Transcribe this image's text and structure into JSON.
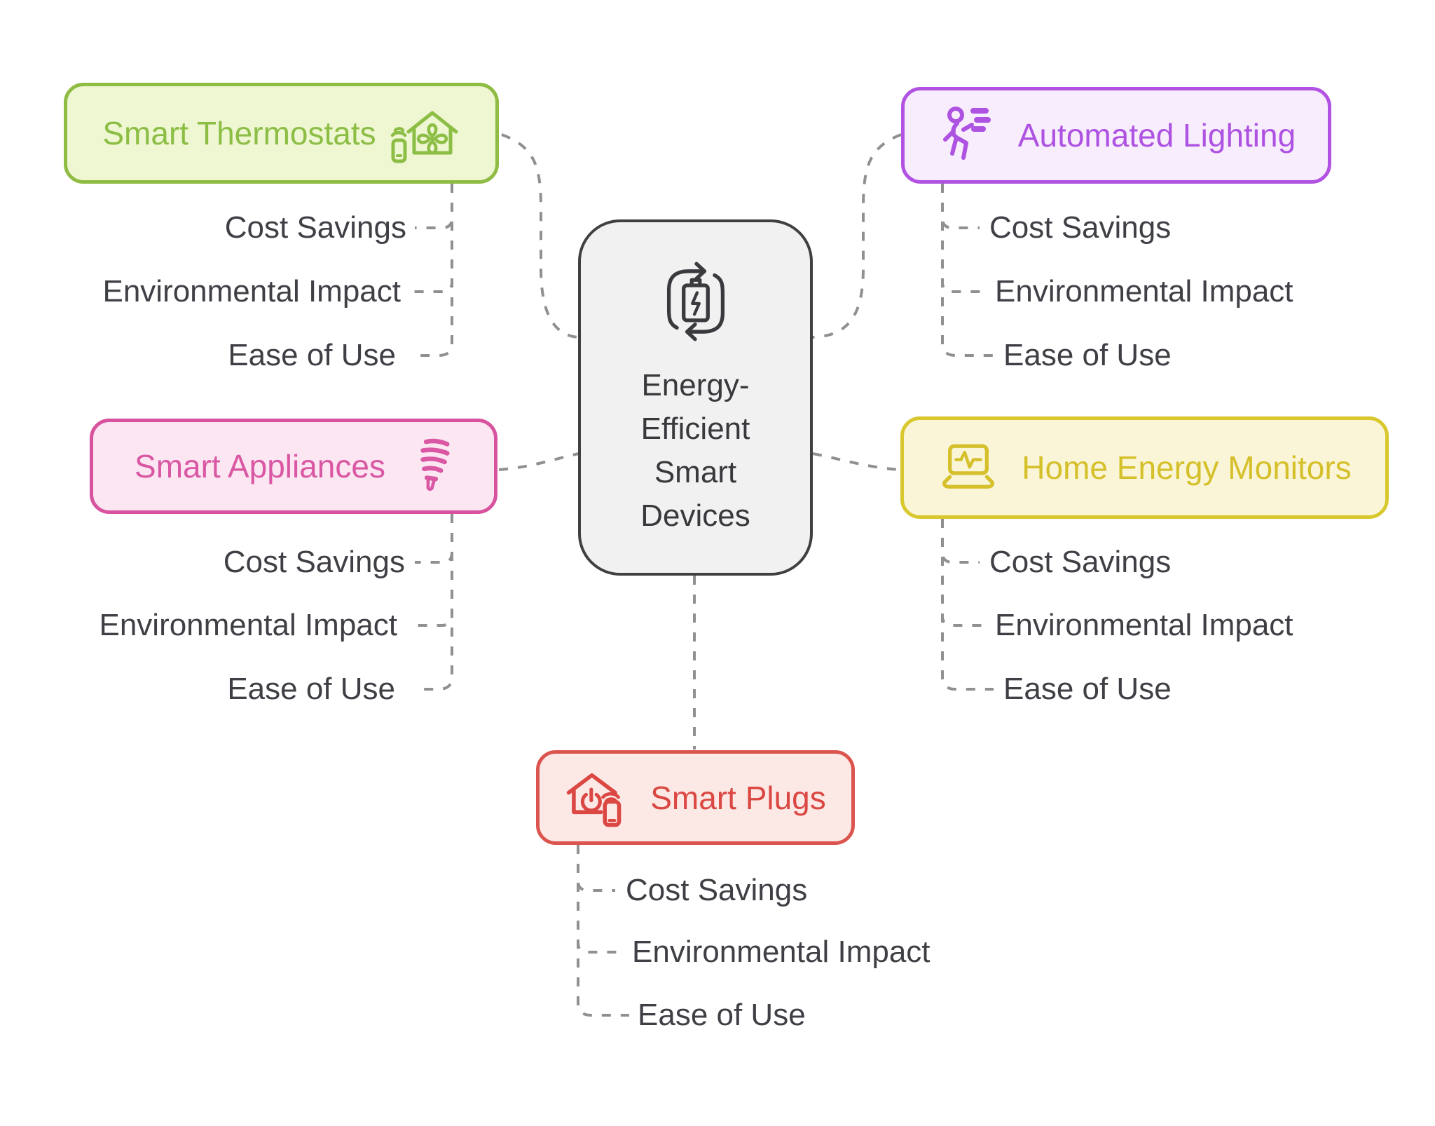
{
  "palette": {
    "background": "#FFFFFF",
    "connector": "#909090",
    "sub_label_text": "#3E4045"
  },
  "center_node": {
    "label": "Energy-Efficient Smart Devices",
    "lines": [
      "Energy-",
      "Efficient",
      "Smart",
      "Devices"
    ],
    "icon": "battery-sync-icon",
    "fill": "#F1F1F2",
    "border": "#404043",
    "text_color": "#39393D"
  },
  "branches": [
    {
      "label": "Smart Thermostats",
      "icon": "house-fan-remote-icon",
      "icon_side": "right",
      "fill": "#EEF6D2",
      "border": "#8FBC43",
      "text_color": "#8CBE45",
      "children": [
        "Cost Savings",
        "Environmental Impact",
        "Ease of Use"
      ]
    },
    {
      "label": "Automated Lighting",
      "icon": "motion-sensor-person-icon",
      "icon_side": "left",
      "fill": "#F8EDFC",
      "border": "#B152E2",
      "text_color": "#AE52E2",
      "children": [
        "Cost Savings",
        "Environmental Impact",
        "Ease of Use"
      ]
    },
    {
      "label": "Smart Appliances",
      "icon": "cfl-bulb-icon",
      "icon_side": "right",
      "fill": "#FBE6F2",
      "border": "#D8529D",
      "text_color": "#DA58A3",
      "children": [
        "Cost Savings",
        "Environmental Impact",
        "Ease of Use"
      ]
    },
    {
      "label": "Home Energy Monitors",
      "icon": "laptop-energy-monitor-icon",
      "icon_side": "left",
      "fill": "#FAF5D7",
      "border": "#D9C72E",
      "text_color": "#D5C02B",
      "children": [
        "Cost Savings",
        "Environmental Impact",
        "Ease of Use"
      ]
    },
    {
      "label": "Smart Plugs",
      "icon": "house-power-phone-icon",
      "icon_side": "left",
      "fill": "#FCE9E6",
      "border": "#DB544E",
      "text_color": "#DB4742",
      "children": [
        "Cost Savings",
        "Environmental Impact",
        "Ease of Use"
      ]
    }
  ]
}
